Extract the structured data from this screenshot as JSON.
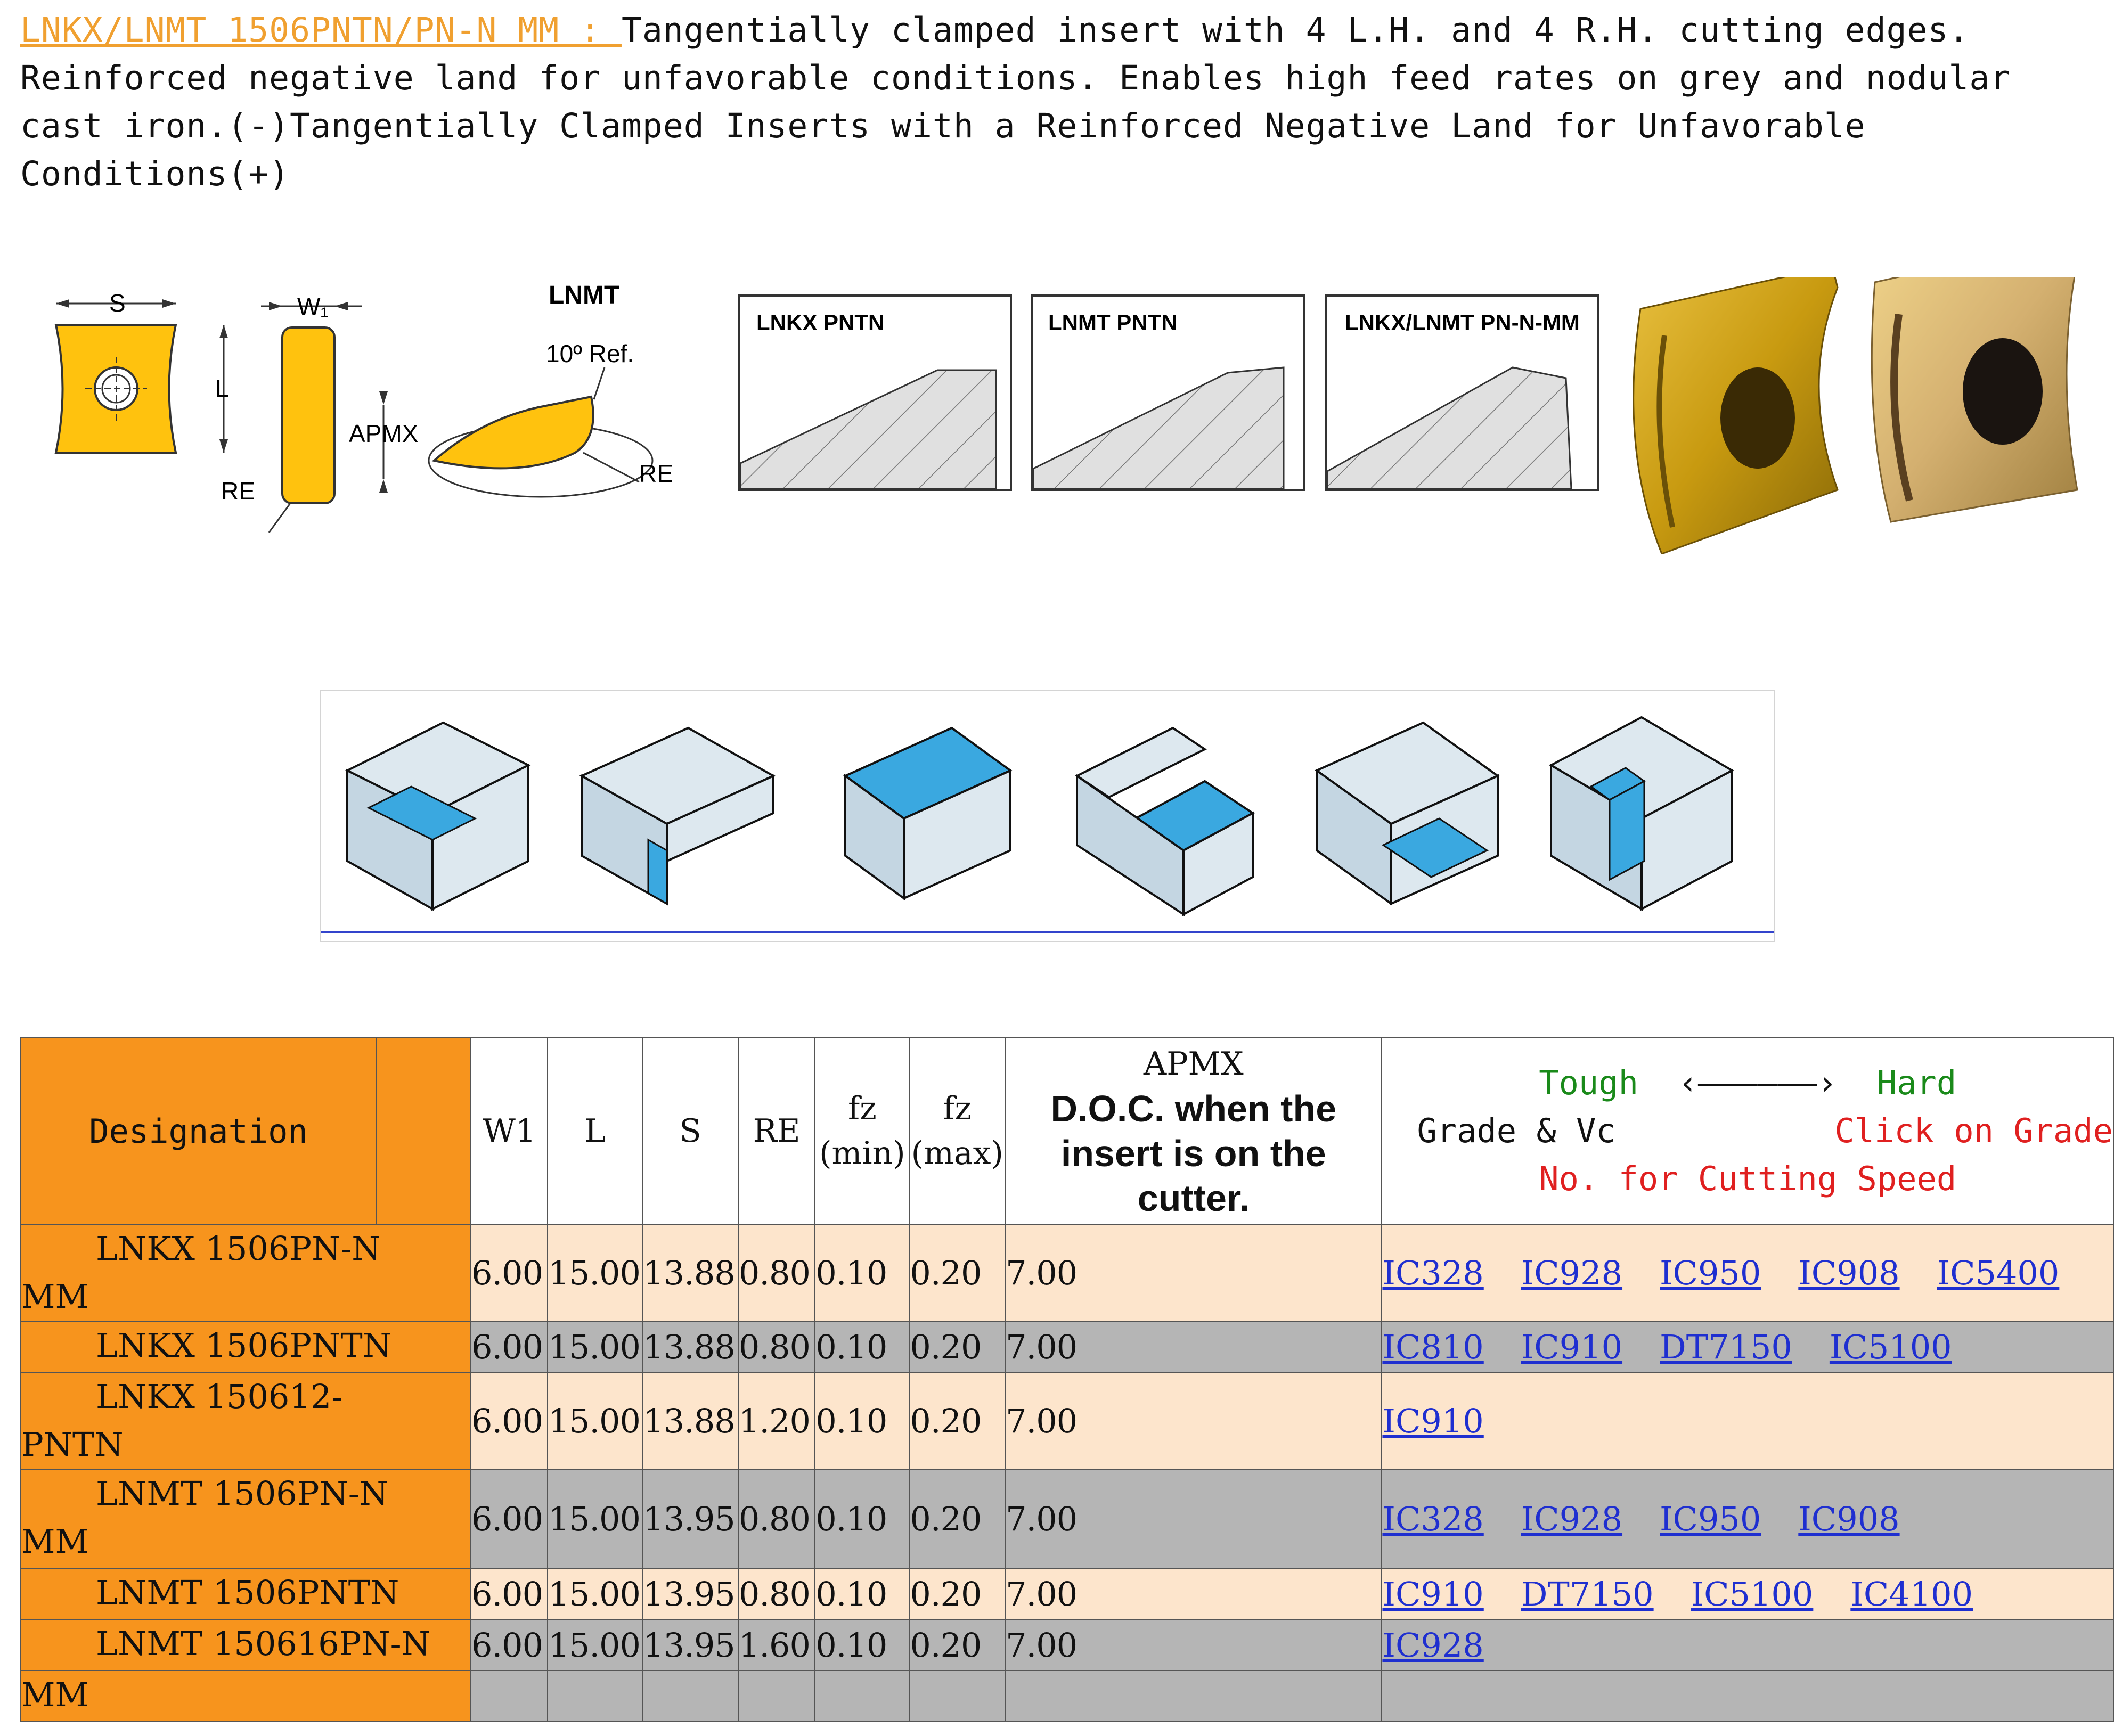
{
  "header": {
    "title_link": "LNKX/LNMT 1506PNTN/PN-N MM : ",
    "description_1": "Tangentially clamped insert with 4 L.H. and 4 R.H. cutting edges. Reinforced negative land for unfavorable conditions. Enables high feed rates on grey and nodular cast iron.",
    "toggle_minus": "(-)",
    "description_2": "Tangentially Clamped Inserts with a Reinforced Negative Land for Unfavorable Conditions",
    "toggle_plus": "(+)"
  },
  "diagram": {
    "s_label": "S",
    "w1_label": "W₁",
    "l_label": "L",
    "apmx_label": "APMX",
    "re_label": "RE",
    "lnmt_label": "LNMT",
    "ref_label": "10º Ref.",
    "re_label2": "RE",
    "profile_1": "LNKX PNTN",
    "profile_2": "LNMT PNTN",
    "profile_3": "LNKX/LNMT PN-N-MM"
  },
  "colors": {
    "orange": "#f7941d",
    "insert_yellow": "#ffc20e",
    "peach_row": "#fde5cc",
    "grey_row": "#b5b5b5",
    "link_blue": "#1f2fd0",
    "title_orange": "#f0a030",
    "op_blue": "#3aa8e0"
  },
  "table": {
    "headers": {
      "designation": "Designation",
      "w1": "W1",
      "l": "L",
      "s": "S",
      "re": "RE",
      "fz_min_1": "fz",
      "fz_min_2": "(min)",
      "fz_max_1": "fz",
      "fz_max_2": "(max)",
      "apmx_1": "APMX",
      "apmx_2": "D.O.C. when the insert is on the cutter.",
      "tough": "Tough",
      "arrow": "‹——————›",
      "hard": "Hard",
      "grade_vc": "Grade & Vc",
      "click": "Click on Grade",
      "click2": "No. for Cutting Speed"
    },
    "rows": [
      {
        "d1": "LNKX 1506PN-N",
        "d2": "MM",
        "w1": "6.00",
        "l": "15.00",
        "s": "13.88",
        "re": "0.80",
        "fzmin": "0.10",
        "fzmax": "0.20",
        "apmx": "7.00",
        "grades": [
          "IC328",
          "IC928",
          "IC950",
          "IC908",
          "IC5400"
        ]
      },
      {
        "d1": "LNKX 1506PNTN",
        "d2": "",
        "w1": "6.00",
        "l": "15.00",
        "s": "13.88",
        "re": "0.80",
        "fzmin": "0.10",
        "fzmax": "0.20",
        "apmx": "7.00",
        "grades": [
          "IC810",
          "IC910",
          "DT7150",
          "IC5100"
        ]
      },
      {
        "d1": "LNKX 150612-",
        "d2": "PNTN",
        "w1": "6.00",
        "l": "15.00",
        "s": "13.88",
        "re": "1.20",
        "fzmin": "0.10",
        "fzmax": "0.20",
        "apmx": "7.00",
        "grades": [
          "IC910"
        ]
      },
      {
        "d1": "LNMT 1506PN-N",
        "d2": "MM",
        "w1": "6.00",
        "l": "15.00",
        "s": "13.95",
        "re": "0.80",
        "fzmin": "0.10",
        "fzmax": "0.20",
        "apmx": "7.00",
        "grades": [
          "IC328",
          "IC928",
          "IC950",
          "IC908"
        ]
      },
      {
        "d1": "LNMT 1506PNTN",
        "d2": "",
        "w1": "6.00",
        "l": "15.00",
        "s": "13.95",
        "re": "0.80",
        "fzmin": "0.10",
        "fzmax": "0.20",
        "apmx": "7.00",
        "grades": [
          "IC910",
          "DT7150",
          "IC5100",
          "IC4100"
        ]
      },
      {
        "d1": "LNMT 150616PN-N",
        "d2": "MM",
        "w1": "6.00",
        "l": "15.00",
        "s": "13.95",
        "re": "1.60",
        "fzmin": "0.10",
        "fzmax": "0.20",
        "apmx": "7.00",
        "grades": [
          "IC928"
        ]
      }
    ]
  }
}
